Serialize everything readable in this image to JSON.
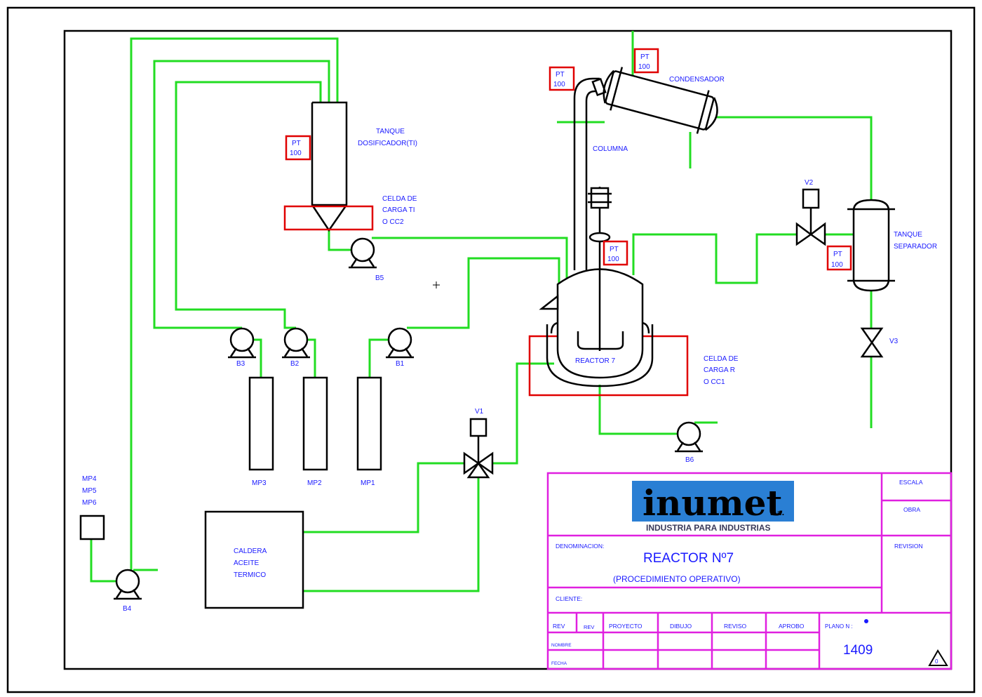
{
  "diagram": {
    "tank_dosificador": [
      "TANQUE",
      "DOSIFICADOR(TI)"
    ],
    "celda_cc2": [
      "CELDA DE",
      "CARGA TI",
      "O CC2"
    ],
    "celda_cc1": [
      "CELDA DE",
      "CARGA R",
      "O CC1"
    ],
    "pt_top": "PT",
    "pt_value": "100",
    "condensador": "CONDENSADOR",
    "columna": "COLUMNA",
    "reactor": "REACTOR 7",
    "tanque_separador": [
      "TANQUE",
      "SEPARADOR"
    ],
    "caldera": [
      "CALDERA",
      "ACEITE",
      "TERMICO"
    ],
    "mp_group": [
      "MP4",
      "MP5",
      "MP6"
    ],
    "pumps": {
      "b1": "B1",
      "b2": "B2",
      "b3": "B3",
      "b4": "B4",
      "b5": "B5",
      "b6": "B6"
    },
    "valves": {
      "v1": "V1",
      "v2": "V2",
      "v3": "V3"
    },
    "tanks": {
      "mp1": "MP1",
      "mp2": "MP2",
      "mp3": "MP3"
    }
  },
  "title_block": {
    "logo_text": "inumet",
    "logo_suffix": "s.a.",
    "logo_tagline": "INDUSTRIA PARA INDUSTRIAS",
    "escala": "ESCALA",
    "obra": "OBRA",
    "revision": "REVISION",
    "denominacion": "DENOMINACION:",
    "title": "REACTOR Nº7",
    "subtitle": "(PROCEDIMIENTO OPERATIVO)",
    "cliente": "CLIENTE:",
    "rev1": "REV",
    "rev2": "REV",
    "proyecto": "PROYECTO",
    "dibujo": "DIBUJO",
    "reviso": "REVISO",
    "aprobo": "APROBO",
    "plano": "PLANO N :",
    "nombre": "NOMBRE",
    "fecha": "FECHA",
    "plano_num": "1409",
    "rev_mark": "0"
  },
  "colors": {
    "process_line": "#22dd22",
    "instrument": "#e00000",
    "title_block": "#e020e0",
    "text": "#1a1aff",
    "logo": "#2a7fd4"
  }
}
